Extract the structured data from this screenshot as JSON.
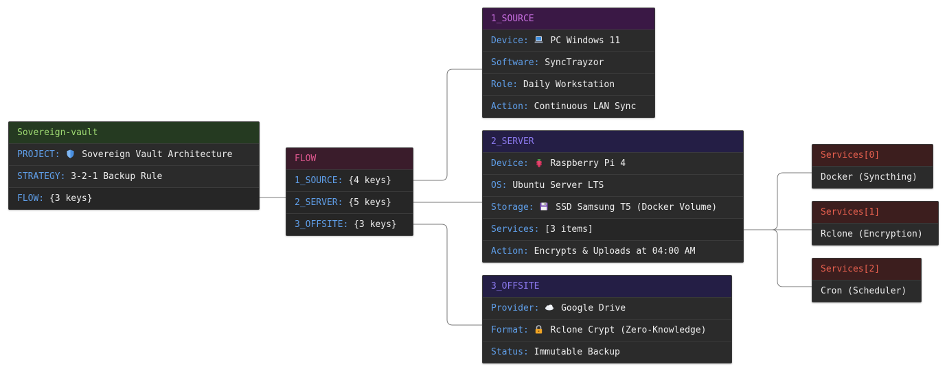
{
  "root": {
    "title": "Sovereign-vault",
    "project_key": "PROJECT:",
    "project_icon": "shield-icon",
    "project_value": "Sovereign Vault Architecture",
    "strategy_key": "STRATEGY:",
    "strategy_value": "3-2-1 Backup Rule",
    "flow_key": "FLOW:",
    "flow_value": "{3 keys}"
  },
  "flow": {
    "title": "FLOW",
    "source_key": "1_SOURCE:",
    "source_value": "{4 keys}",
    "server_key": "2_SERVER:",
    "server_value": "{5 keys}",
    "offsite_key": "3_OFFSITE:",
    "offsite_value": "{3 keys}"
  },
  "source": {
    "title": "1_SOURCE",
    "device_key": "Device:",
    "device_icon": "laptop-icon",
    "device_value": "PC Windows 11",
    "software_key": "Software:",
    "software_value": "SyncTrayzor",
    "role_key": "Role:",
    "role_value": "Daily Workstation",
    "action_key": "Action:",
    "action_value": "Continuous LAN Sync"
  },
  "server": {
    "title": "2_SERVER",
    "device_key": "Device:",
    "device_icon": "raspberry-icon",
    "device_value": "Raspberry Pi 4",
    "os_key": "OS:",
    "os_value": "Ubuntu Server LTS",
    "storage_key": "Storage:",
    "storage_icon": "floppy-disk-icon",
    "storage_value": "SSD Samsung T5 (Docker Volume)",
    "services_key": "Services:",
    "services_value": "[3 items]",
    "action_key": "Action:",
    "action_value": "Encrypts & Uploads at 04:00 AM"
  },
  "offsite": {
    "title": "3_OFFSITE",
    "provider_key": "Provider:",
    "provider_icon": "cloud-icon",
    "provider_value": "Google Drive",
    "format_key": "Format:",
    "format_icon": "lock-icon",
    "format_value": "Rclone Crypt (Zero-Knowledge)",
    "status_key": "Status:",
    "status_value": "Immutable Backup"
  },
  "services": [
    {
      "title": "Services[0]",
      "value": "Docker (Syncthing)"
    },
    {
      "title": "Services[1]",
      "value": "Rclone (Encryption)"
    },
    {
      "title": "Services[2]",
      "value": "Cron (Scheduler)"
    }
  ],
  "colors": {
    "edge": "#7a7a7a",
    "key": "#5f9ee8",
    "node_bg": "#2b2b2b"
  }
}
